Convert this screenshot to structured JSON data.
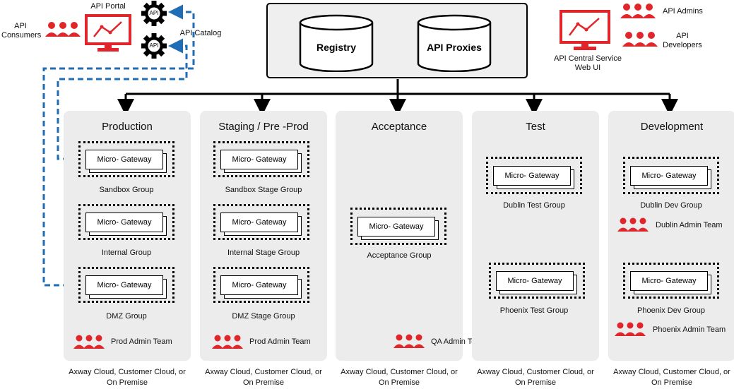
{
  "top": {
    "registry_label": "Registry",
    "api_proxies_label": "API Proxies",
    "api_portal_label": "API Portal",
    "api_catalog_label": "API Catalog",
    "api_consumers_label": "API Consumers",
    "api_admins_label": "API Admins",
    "api_developers_label": "API Developers",
    "central_web_ui_label": "API Central Service Web UI",
    "gear_text": "API"
  },
  "colors": {
    "accent_red": "#e0262b",
    "link_blue": "#1f6db5",
    "panel_gray": "#ececec"
  },
  "environments": [
    {
      "title": "Production",
      "footer": "Axway Cloud, Customer Cloud, or On Premise",
      "gateways": [
        {
          "label": "Micro- Gateway",
          "group": "Sandbox Group"
        },
        {
          "label": "Micro- Gateway",
          "group": "Internal Group"
        },
        {
          "label": "Micro- Gateway",
          "group": "DMZ Group"
        }
      ],
      "teams": [
        "Prod Admin Team"
      ]
    },
    {
      "title": "Staging / Pre -Prod",
      "footer": "Axway Cloud, Customer Cloud, or On Premise",
      "gateways": [
        {
          "label": "Micro- Gateway",
          "group": "Sandbox Stage Group"
        },
        {
          "label": "Micro- Gateway",
          "group": "Internal Stage Group"
        },
        {
          "label": "Micro- Gateway",
          "group": "DMZ Stage Group"
        }
      ],
      "teams": [
        "Prod Admin Team"
      ]
    },
    {
      "title": "Acceptance",
      "footer": "Axway Cloud, Customer Cloud, or On Premise",
      "gateways": [
        {
          "label": "Micro- Gateway",
          "group": "Acceptance Group"
        }
      ],
      "teams": [
        "QA Admin Team"
      ]
    },
    {
      "title": "Test",
      "footer": "Axway Cloud, Customer Cloud, or On Premise",
      "gateways": [
        {
          "label": "Micro- Gateway",
          "group": "Dublin Test Group"
        },
        {
          "label": "Micro- Gateway",
          "group": "Phoenix Test Group"
        }
      ],
      "teams": []
    },
    {
      "title": "Development",
      "footer": "Axway Cloud, Customer Cloud, or On Premise",
      "gateways": [
        {
          "label": "Micro- Gateway",
          "group": "Dublin Dev Group"
        },
        {
          "label": "Micro- Gateway",
          "group": "Phoenix Dev Group"
        }
      ],
      "teams": [
        "Dublin Admin Team",
        "Phoenix Admin Team"
      ]
    }
  ]
}
